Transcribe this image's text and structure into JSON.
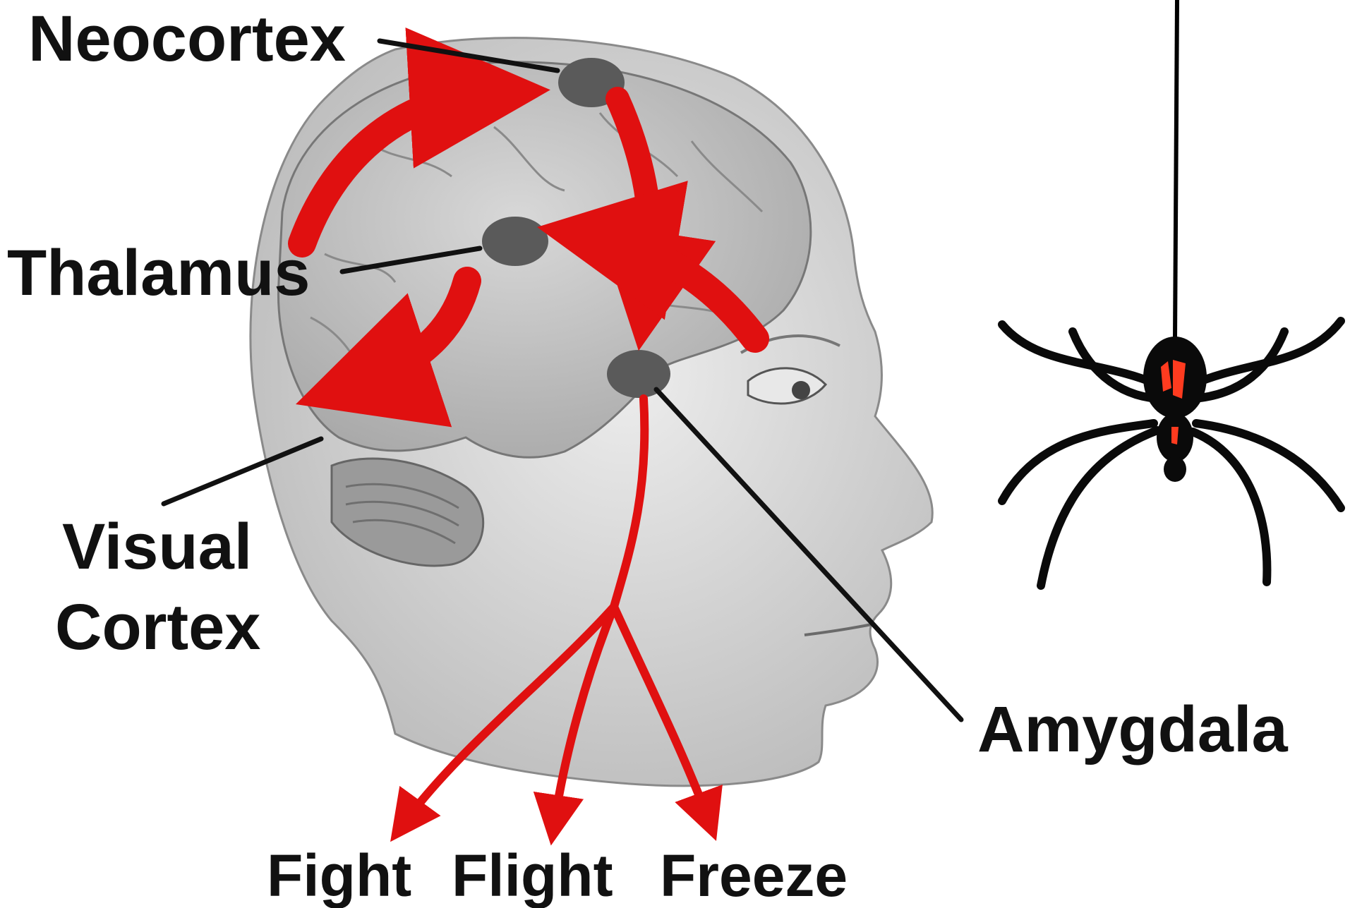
{
  "labels": {
    "neocortex": "Neocortex",
    "thalamus": "Thalamus",
    "visual_line1": "Visual",
    "visual_line2": "Cortex",
    "amygdala": "Amygdala",
    "fight": "Fight",
    "flight": "Flight",
    "freeze": "Freeze"
  },
  "colors": {
    "pathway": "#e01010",
    "pathway_dark": "#c40000",
    "node": "#5a5a5a",
    "leader_line": "#111111",
    "head_fill": "#dcdcdc",
    "brain_fill": "#c4c4c4",
    "spider_body": "#0a0a0a",
    "spider_marking": "#ff3b1f"
  },
  "icons": {
    "head": "human-head-profile-icon",
    "spider": "hanging-spider-icon"
  }
}
